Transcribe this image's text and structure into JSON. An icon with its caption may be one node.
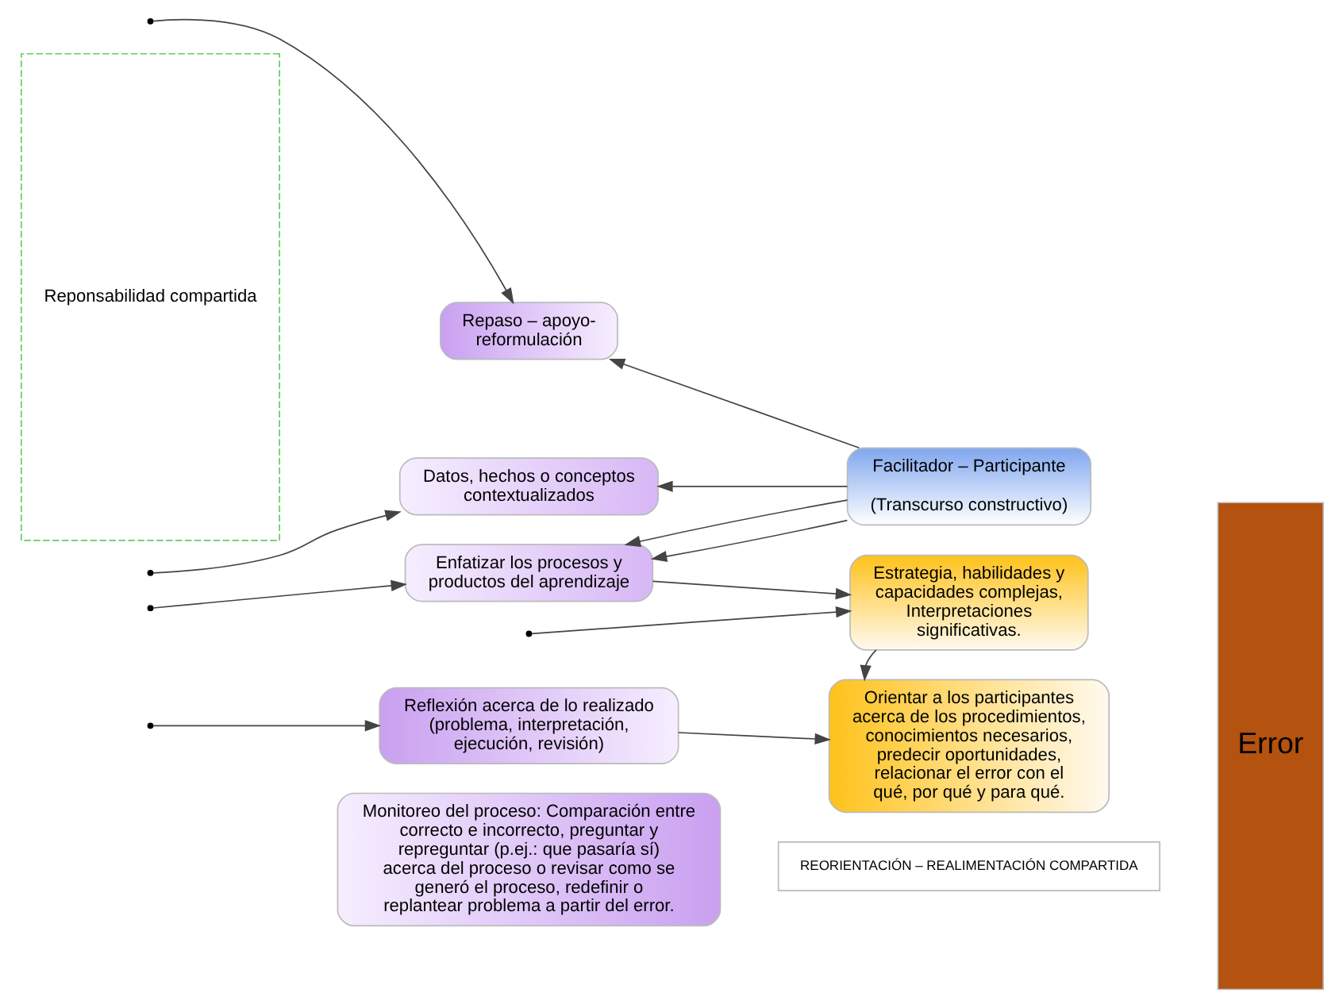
{
  "diagram": {
    "nodes": [
      {
        "text": [
          "Reponsabilidad compartida"
        ]
      },
      {
        "text": [
          "Repaso – apoyo- reformulación"
        ]
      },
      {
        "text": [
          "Datos, hechos o conceptos contextualizados"
        ]
      },
      {
        "text": [
          "Enfatizar los procesos y productos del aprendizaje"
        ]
      },
      {
        "text": [
          "Reflexión acerca de lo realizado (problema, interpretación, ejecución, revisión)"
        ]
      },
      {
        "text": [
          "Monitoreo del proceso: Comparación entre correcto e incorrecto, preguntar y repreguntar (p.ej.: que pasaría sí) acerca del proceso o revisar como se generó el proceso, redefinir o replantear problema a partir del error."
        ]
      },
      {
        "text": [
          "Facilitador – Participante",
          "(Transcurso constructivo)"
        ]
      },
      {
        "text": [
          "Estrategia, habilidades y capacidades complejas, Interpretaciones significativas."
        ]
      },
      {
        "text": [
          "Orientar a los participantes acerca de los procedimientos, conocimientos necesarios, predecir oportunidades, relacionar el error con el qué, por qué y para qué."
        ]
      },
      {
        "text": [
          "Error"
        ]
      },
      {
        "text": [
          "REORIENTACIÓN – REALIMENTACIÓN COMPARTIDA"
        ]
      }
    ],
    "edges": [
      {
        "from": null,
        "to": 1,
        "arrow": "to"
      },
      {
        "from": null,
        "to": 2,
        "arrow": "to"
      },
      {
        "from": null,
        "to": 3,
        "arrow": "to"
      },
      {
        "from": null,
        "to": 4,
        "arrow": "to"
      },
      {
        "from": 6,
        "to": 1,
        "arrow": "to"
      },
      {
        "from": 6,
        "to": 2,
        "arrow": "to"
      },
      {
        "from": 6,
        "to": 3,
        "arrow": "to"
      },
      {
        "from": 6,
        "to": 3,
        "arrow": "to"
      },
      {
        "from": 3,
        "to": 7,
        "arrow": "to"
      },
      {
        "from": null,
        "to": 7,
        "arrow": "to"
      },
      {
        "from": 4,
        "to": 8,
        "arrow": "to"
      },
      {
        "from": 7,
        "to": 8,
        "arrow": "to"
      }
    ]
  }
}
